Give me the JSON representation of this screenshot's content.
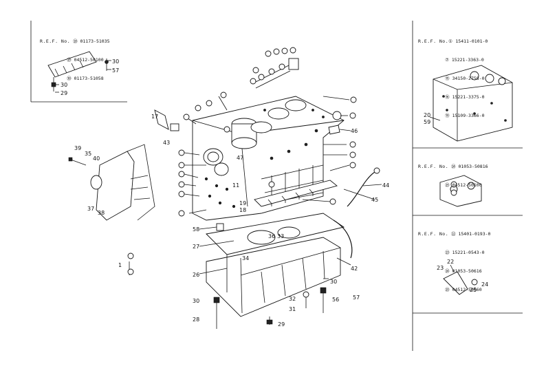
{
  "panels": {
    "top_left": {
      "header": "R.E.F. No.",
      "rows": [
        {
          "marker": "㉘",
          "code": "01173-51035"
        },
        {
          "marker": "㉙",
          "code": "04512-50100"
        },
        {
          "marker": "㉚",
          "code": "01173-51058"
        }
      ]
    },
    "right_1": {
      "header": "R.E.F. No.①",
      "rows": [
        {
          "marker": "",
          "code": "15411-0101-0"
        },
        {
          "marker": "⑦",
          "code": "15221-3363-0"
        },
        {
          "marker": "⑮",
          "code": "34150-2758-0"
        },
        {
          "marker": "⑯",
          "code": "15221-3375-0"
        },
        {
          "marker": "⑲",
          "code": "15109-3366-0"
        }
      ]
    },
    "right_2": {
      "header": "R.E.F. No.",
      "rows": [
        {
          "marker": "㉔",
          "code": "01053-50816"
        },
        {
          "marker": "㉕",
          "code": "04512-50100"
        }
      ]
    },
    "right_3": {
      "header": "R.E.F. No.",
      "rows": [
        {
          "marker": "㉒",
          "code": "15401-0193-0"
        },
        {
          "marker": "㉓",
          "code": "15221-0543-0"
        },
        {
          "marker": "㉔",
          "code": "01053-50616"
        },
        {
          "marker": "㉕",
          "code": "04512-50060"
        }
      ]
    }
  },
  "callouts": [
    {
      "id": "c30a",
      "text": "30"
    },
    {
      "id": "c57a",
      "text": "57"
    },
    {
      "id": "c30b",
      "text": "30"
    },
    {
      "id": "c29a",
      "text": "29"
    },
    {
      "id": "c17",
      "text": "17"
    },
    {
      "id": "c43",
      "text": "43"
    },
    {
      "id": "c39",
      "text": "39"
    },
    {
      "id": "c35",
      "text": "35"
    },
    {
      "id": "c40",
      "text": "40"
    },
    {
      "id": "c37",
      "text": "37"
    },
    {
      "id": "c38",
      "text": "38"
    },
    {
      "id": "c1",
      "text": "1"
    },
    {
      "id": "c46",
      "text": "46"
    },
    {
      "id": "c44",
      "text": "44"
    },
    {
      "id": "c45",
      "text": "45"
    },
    {
      "id": "c18",
      "text": "18"
    },
    {
      "id": "c19",
      "text": "19"
    },
    {
      "id": "c58",
      "text": "58"
    },
    {
      "id": "c27",
      "text": "27"
    },
    {
      "id": "c26",
      "text": "26"
    },
    {
      "id": "c36",
      "text": "36"
    },
    {
      "id": "c33",
      "text": "33"
    },
    {
      "id": "c34",
      "text": "34"
    },
    {
      "id": "c42",
      "text": "42"
    },
    {
      "id": "c30c",
      "text": "30"
    },
    {
      "id": "c30d",
      "text": "30"
    },
    {
      "id": "c32",
      "text": "32"
    },
    {
      "id": "c31",
      "text": "31"
    },
    {
      "id": "c56",
      "text": "56"
    },
    {
      "id": "c57b",
      "text": "57"
    },
    {
      "id": "c28",
      "text": "28"
    },
    {
      "id": "c29b",
      "text": "29"
    },
    {
      "id": "c20",
      "text": "20"
    },
    {
      "id": "c59",
      "text": "59"
    },
    {
      "id": "c22",
      "text": "22"
    },
    {
      "id": "c23",
      "text": "23"
    },
    {
      "id": "c24",
      "text": "24"
    },
    {
      "id": "c25",
      "text": "25"
    },
    {
      "id": "c11",
      "text": "11"
    },
    {
      "id": "c47",
      "text": "47"
    }
  ]
}
